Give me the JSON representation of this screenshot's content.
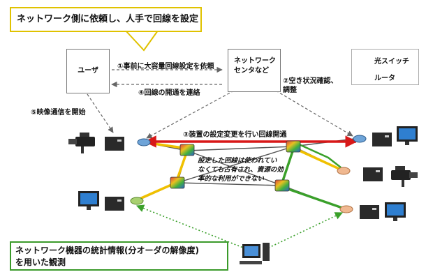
{
  "callouts": {
    "top": "ネットワーク側に依頼し、人手で回線を設定",
    "bottom_line1": "ネットワーク機器の統計情報(分オーダの解像度)",
    "bottom_line2": "を用いた観測"
  },
  "nodes": {
    "user": "ユーザ",
    "center_line1": "ネットワーク",
    "center_line2": "センタなど"
  },
  "steps": {
    "s1": "①事前に大容量回線設定を依頼",
    "s2_line1": "②空き状況確認、",
    "s2_line2": "調整",
    "s3": "③装置の設定変更を行い回線開通",
    "s4": "④回線の開通を連絡",
    "s5": "⑤映像通信を開始"
  },
  "note": {
    "line1": "設定した回線は使われてい",
    "line2": "なくても占有され、資源の効",
    "line3": "率的な利用ができない"
  },
  "legend": {
    "optical_switch": "光スイッチ",
    "router": "ルータ"
  },
  "colors": {
    "reserved_path": "#d81818",
    "yellow_link": "#f0c000",
    "green_link": "#3aa02a",
    "link_gray": "#555555",
    "top_callout_border": "#e0c200",
    "bottom_callout_border": "#3a9a2a"
  }
}
